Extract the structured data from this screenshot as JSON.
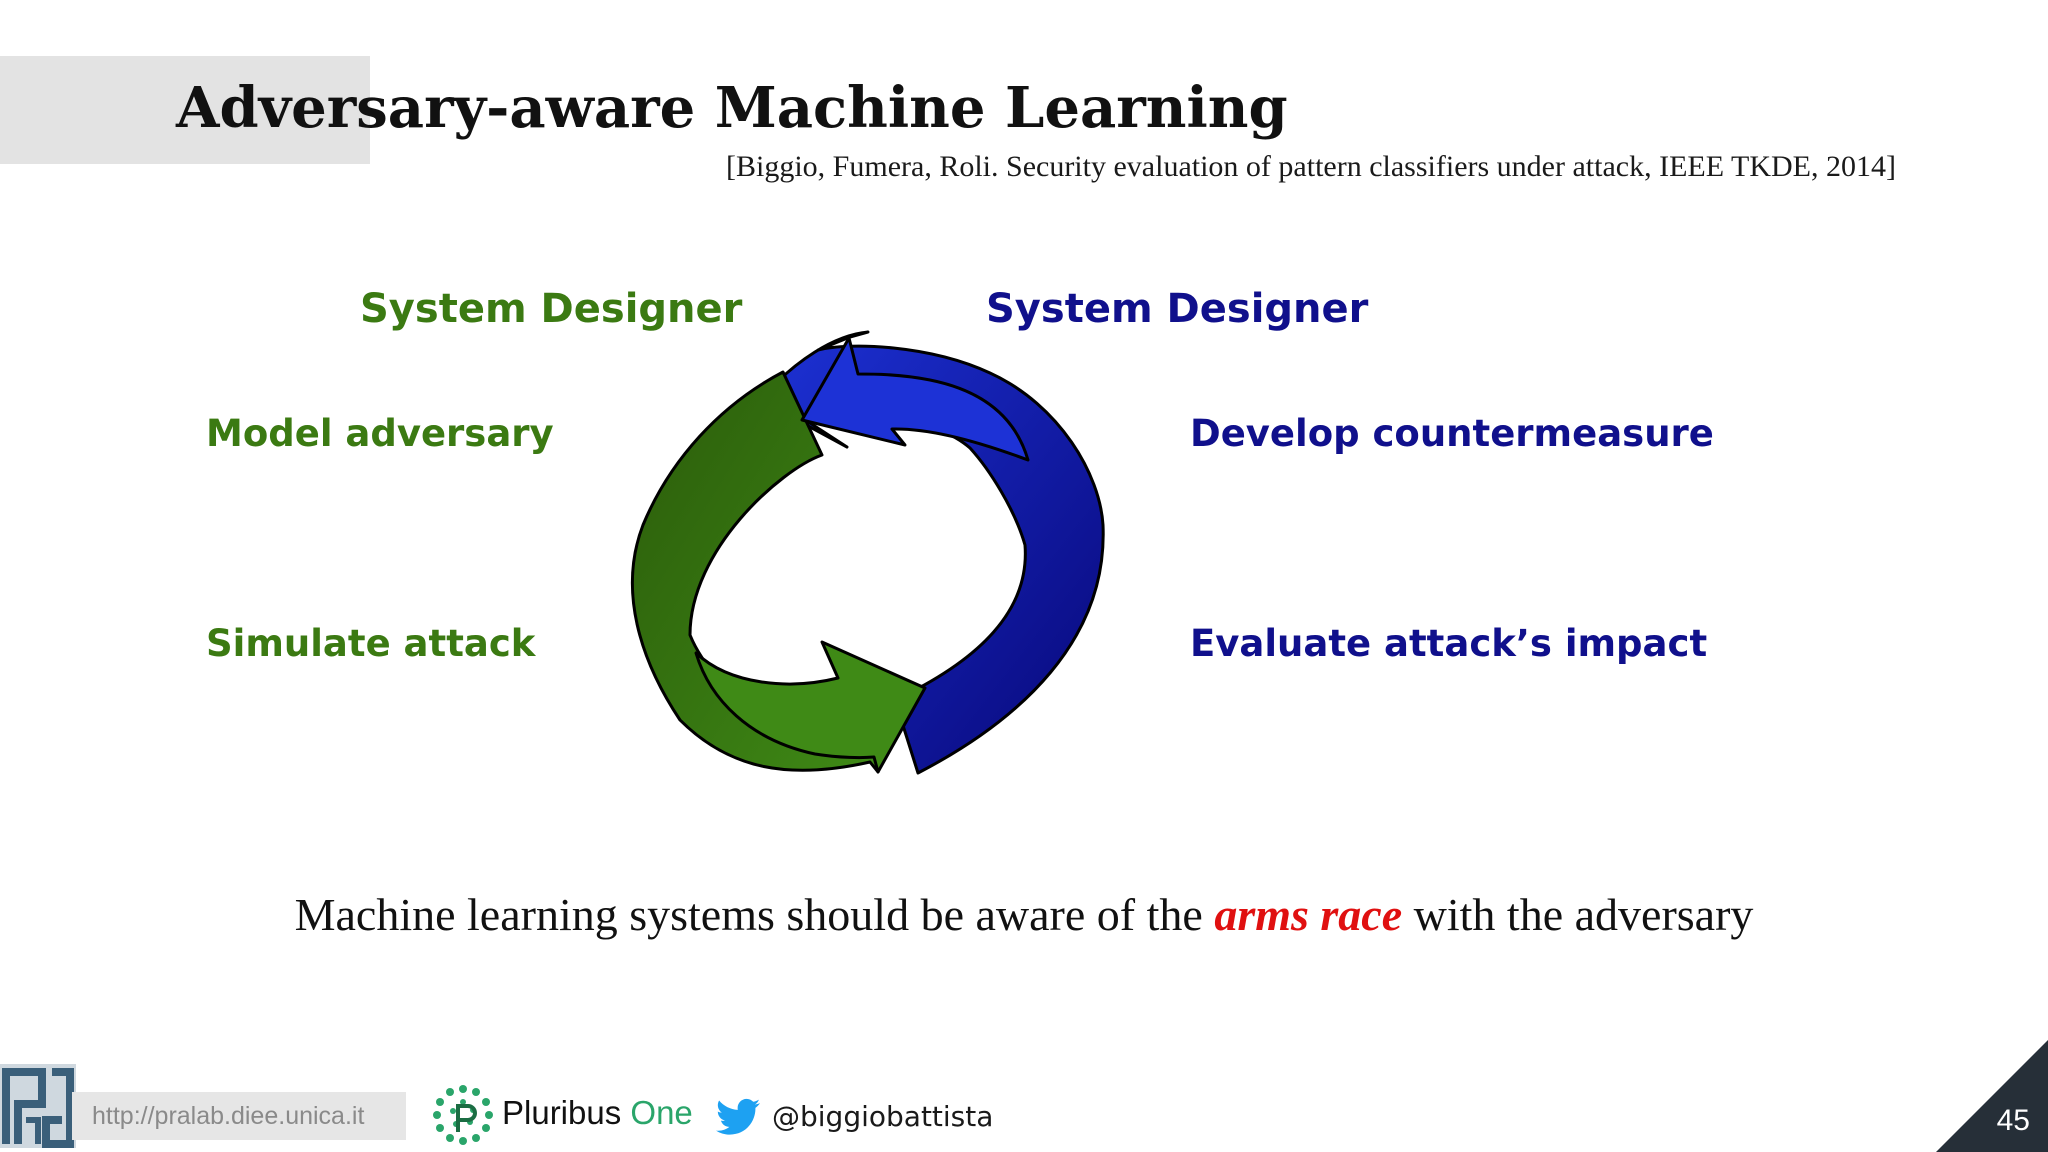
{
  "slide": {
    "title": "Adversary-aware Machine Learning",
    "citation": "[Biggio, Fumera, Roli. Security evaluation of pattern classifiers under attack, IEEE TKDE, 2014]",
    "cycle": {
      "left_heading": "System Designer",
      "left_top": "Model adversary",
      "left_bottom": "Simulate attack",
      "right_heading": "System Designer",
      "right_top": "Develop countermeasure",
      "right_bottom": "Evaluate attack’s impact",
      "left_color": "#3b7a12",
      "right_color": "#10108c"
    },
    "tagline": {
      "before": "Machine learning systems should be aware of the",
      "highlight": "arms race",
      "after": "with the adversary"
    }
  },
  "footer": {
    "url": "http://pralab.diee.unica.it",
    "brand_name": "Pluribus",
    "brand_suffix": "One",
    "twitter_handle": "@biggiobattista",
    "page_number": "45"
  },
  "colors": {
    "green_arrow": "#3a7a14",
    "green_arrow_dark": "#2b5c0a",
    "blue_arrow": "#0a0a9e",
    "blue_arrow_light": "#1d32d6",
    "highlight": "#e01010",
    "corner": "#262f38"
  },
  "icons": [
    "pralab-logo-icon",
    "pluribus-one-logo-icon",
    "twitter-bird-icon"
  ]
}
